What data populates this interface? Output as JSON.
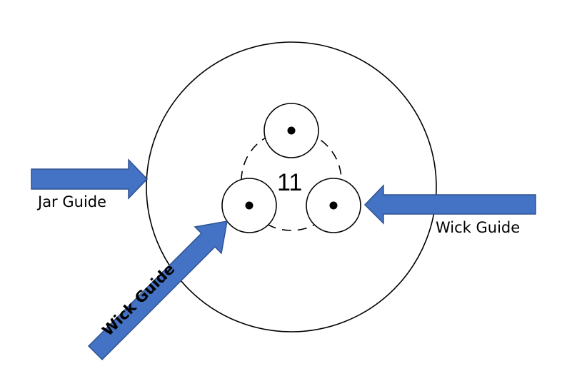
{
  "diagram": {
    "center_number": "11",
    "labels": {
      "jar_guide": "Jar Guide",
      "wick_guide_right": "Wick Guide",
      "wick_guide_lower_left": "Wick Guide"
    },
    "colors": {
      "arrow_fill": "#4472C4",
      "arrow_stroke": "#2F528F",
      "line": "#000000",
      "background": "#ffffff"
    }
  }
}
